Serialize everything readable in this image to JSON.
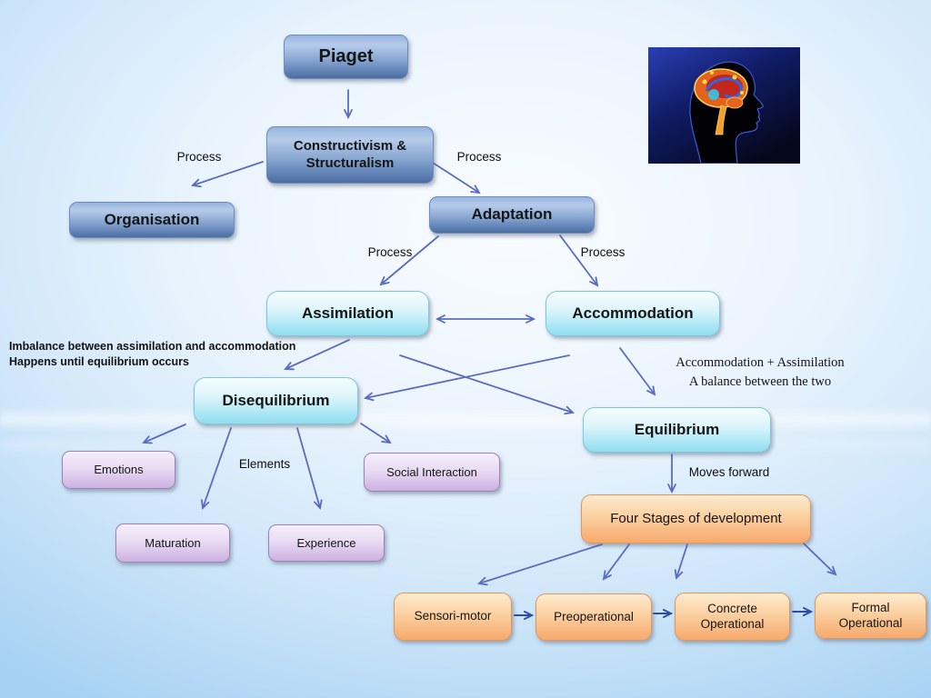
{
  "diagram": {
    "nodes": {
      "piaget": "Piaget",
      "constructivism": "Constructivism & Structuralism",
      "organisation": "Organisation",
      "adaptation": "Adaptation",
      "assimilation": "Assimilation",
      "accommodation": "Accommodation",
      "disequilibrium": "Disequilibrium",
      "equilibrium": "Equilibrium",
      "emotions": "Emotions",
      "social_interaction": "Social Interaction",
      "maturation": "Maturation",
      "experience": "Experience",
      "four_stages": "Four Stages of development",
      "sensori_motor": "Sensori-motor",
      "preoperational": "Preoperational",
      "concrete_operational": "Concrete Operational",
      "formal_operational": "Formal Operational"
    },
    "labels": {
      "process": "Process",
      "elements": "Elements",
      "moves_forward": "Moves forward",
      "imbalance_line1": "Imbalance between assimilation and accommodation",
      "imbalance_line2": "Happens until equilibrium occurs",
      "balance_line1": "Accommodation + Assimilation",
      "balance_line2": "A balance between the two"
    },
    "edges": [
      {
        "from": "piaget",
        "to": "constructivism"
      },
      {
        "from": "constructivism",
        "to": "organisation",
        "label": "Process"
      },
      {
        "from": "constructivism",
        "to": "adaptation",
        "label": "Process"
      },
      {
        "from": "adaptation",
        "to": "assimilation",
        "label": "Process"
      },
      {
        "from": "adaptation",
        "to": "accommodation",
        "label": "Process"
      },
      {
        "from": "assimilation",
        "to": "accommodation",
        "bidirectional": true
      },
      {
        "from": "assimilation",
        "to": "disequilibrium"
      },
      {
        "from": "accommodation",
        "to": "disequilibrium"
      },
      {
        "from": "assimilation",
        "to": "equilibrium"
      },
      {
        "from": "accommodation",
        "to": "equilibrium"
      },
      {
        "from": "disequilibrium",
        "to": "emotions"
      },
      {
        "from": "disequilibrium",
        "to": "maturation",
        "label": "Elements"
      },
      {
        "from": "disequilibrium",
        "to": "experience",
        "label": "Elements"
      },
      {
        "from": "disequilibrium",
        "to": "social_interaction"
      },
      {
        "from": "equilibrium",
        "to": "four_stages",
        "label": "Moves forward"
      },
      {
        "from": "four_stages",
        "to": "sensori_motor"
      },
      {
        "from": "four_stages",
        "to": "preoperational"
      },
      {
        "from": "four_stages",
        "to": "concrete_operational"
      },
      {
        "from": "four_stages",
        "to": "formal_operational"
      },
      {
        "from": "sensori_motor",
        "to": "preoperational"
      },
      {
        "from": "preoperational",
        "to": "concrete_operational"
      },
      {
        "from": "concrete_operational",
        "to": "formal_operational"
      }
    ],
    "colors": {
      "arrow": "#5b6cc0",
      "arrow_dark": "#2e4da3",
      "blue_node": "#6d8fbf",
      "cyan_node": "#9fe2f2",
      "purple_node": "#cbb0e0",
      "orange_node": "#f6ad72",
      "background": "#a6d1f3"
    },
    "image": {
      "name": "brain-profile-photo"
    }
  }
}
